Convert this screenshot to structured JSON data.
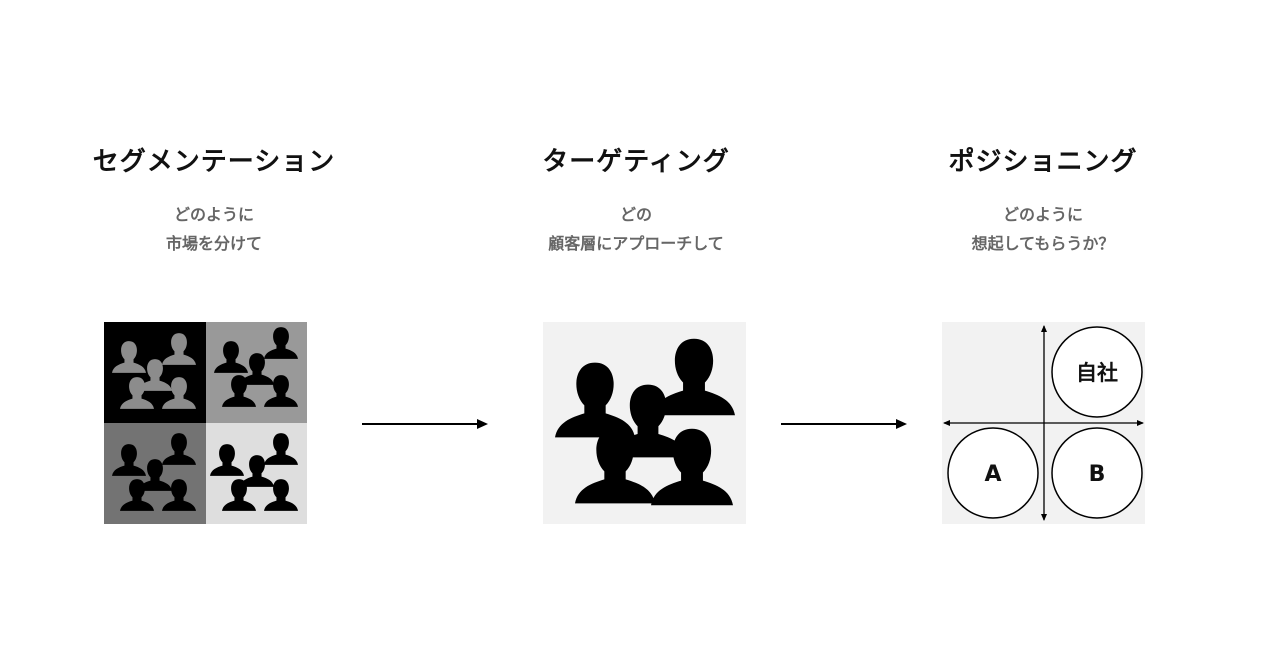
{
  "steps": [
    {
      "title": "セグメンテーション",
      "sub1": "どのように",
      "sub2": "市場を分けて"
    },
    {
      "title": "ターゲティング",
      "sub1": "どの",
      "sub2": "顧客層にアプローチして"
    },
    {
      "title": "ポジショニング",
      "sub1": "どのように",
      "sub2": "想起してもらうか？"
    }
  ],
  "positioning_map": {
    "own_company": "自社",
    "competitor_a": "A",
    "competitor_b": "B"
  },
  "icons": [
    "person-silhouette-icon",
    "right-arrow-icon"
  ],
  "colors": {
    "quadrant_black": "#000000",
    "quadrant_dark_gray": "#737373",
    "quadrant_mid_gray": "#999999",
    "quadrant_light_gray": "#dedede",
    "panel_bg": "#f2f2f2",
    "subtitle_gray": "#666666"
  }
}
